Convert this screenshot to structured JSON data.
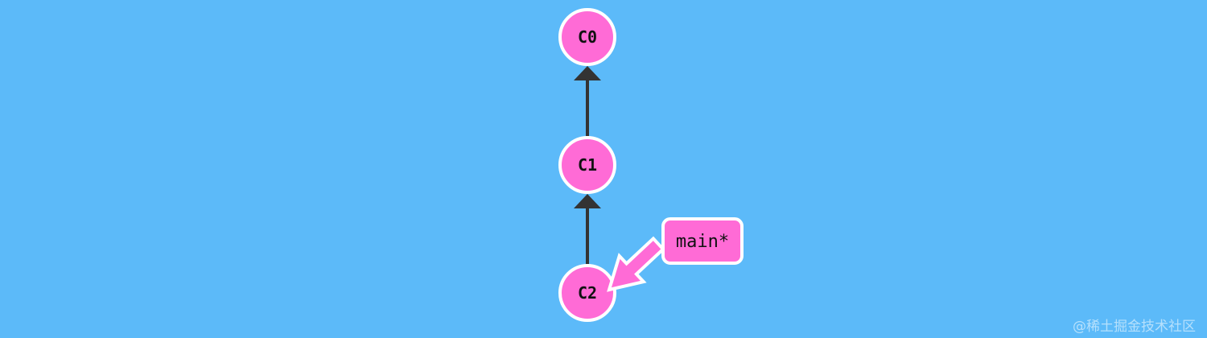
{
  "colors": {
    "background": "#5cbaf9",
    "commit_fill": "#ff6bd6",
    "commit_stroke": "#ffffff",
    "edge": "#333333",
    "branch_fill": "#ff6bd6",
    "branch_stroke": "#ffffff"
  },
  "commits": [
    {
      "id": "C0",
      "label": "C0"
    },
    {
      "id": "C1",
      "label": "C1"
    },
    {
      "id": "C2",
      "label": "C2"
    }
  ],
  "edges": [
    {
      "from": "C1",
      "to": "C0"
    },
    {
      "from": "C2",
      "to": "C1"
    }
  ],
  "branch": {
    "label": "main*",
    "points_to": "C2",
    "checked_out": true
  },
  "watermark": "@稀土掘金技术社区"
}
